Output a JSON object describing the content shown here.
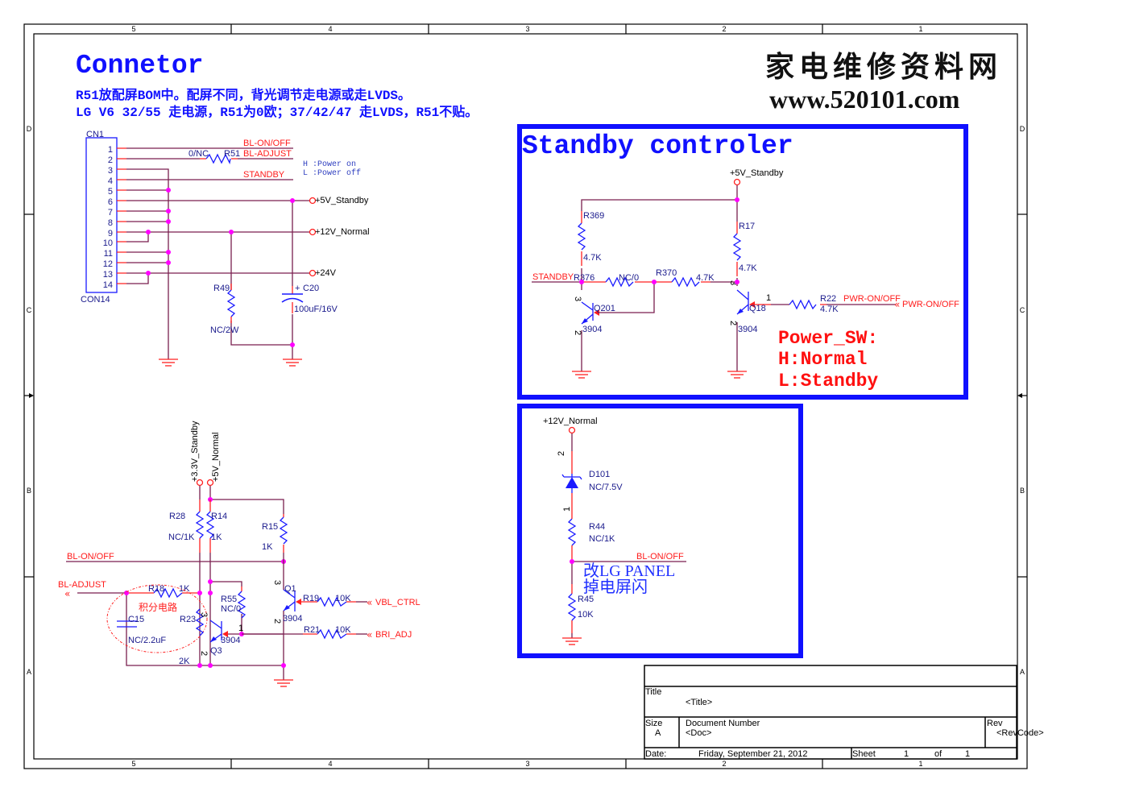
{
  "frame": {
    "zones_top": [
      "5",
      "4",
      "3",
      "2",
      "1"
    ],
    "zones_bottom": [
      "5",
      "4",
      "3",
      "2",
      "1"
    ],
    "zones_left": [
      "D",
      "C",
      "B",
      "A"
    ],
    "zones_right": [
      "D",
      "C",
      "B",
      "A"
    ]
  },
  "watermark": {
    "line1": "家电维修资料网",
    "line2": "www.520101.com"
  },
  "connector_section": {
    "title": "Connetor",
    "note_line1": "R51放配屏BOM中。配屏不同，背光调节走电源或走LVDS。",
    "note_line2": "LG V6 32/55 走电源，R51为0欧；37/42/47 走LVDS，R51不贴。",
    "connector_ref": "CN1",
    "connector_type": "CON14",
    "pins": [
      "1",
      "2",
      "3",
      "4",
      "5",
      "6",
      "7",
      "8",
      "9",
      "10",
      "11",
      "12",
      "13",
      "14"
    ],
    "nets": {
      "bl_on_off": "BL-ON/OFF",
      "bl_adjust": "BL-ADJUST",
      "standby": "STANDBY",
      "p5v_standby": "+5V_Standby",
      "p12v_normal": "+12V_Normal",
      "p24v": "+24V"
    },
    "standby_note_h": "H :Power on",
    "standby_note_l": "L :Power off",
    "r51": {
      "ref": "R51",
      "value": "0/NC"
    },
    "r49": {
      "ref": "R49",
      "value": "NC/2W"
    },
    "c20": {
      "ref": "C20",
      "value": "100uF/16V",
      "polarity": "+"
    }
  },
  "standby_section": {
    "title": "Standby controler",
    "supply": "+5V_Standby",
    "r369": {
      "ref": "R369",
      "value": "4.7K"
    },
    "r17": {
      "ref": "R17",
      "value": "4.7K"
    },
    "r376": {
      "ref": "R376",
      "value": "NC/0"
    },
    "r370": {
      "ref": "R370",
      "value": "4.7K"
    },
    "r22": {
      "ref": "R22",
      "value": "4.7K"
    },
    "q201": {
      "ref": "Q201",
      "value": "3904",
      "pin_c": "3",
      "pin_e": "2"
    },
    "q18": {
      "ref": "Q18",
      "value": "3904",
      "pin_c": "3",
      "pin_e": "2",
      "pin_b": "1"
    },
    "net_standby": "STANDBY",
    "net_pwr": "PWR-ON/OFF",
    "port_pwr": "PWR-ON/OFF",
    "power_sw_line1": "Power_SW:",
    "power_sw_line2": "H:Normal",
    "power_sw_line3": "L:Standby"
  },
  "lg_section": {
    "supply": "+12V_Normal",
    "d101": {
      "ref": "D101",
      "value": "NC/7.5V",
      "pin_a": "2",
      "pin_k": "1"
    },
    "r44": {
      "ref": "R44",
      "value": "NC/1K"
    },
    "r45": {
      "ref": "R45",
      "value": "10K"
    },
    "net": "BL-ON/OFF",
    "note_line1": "改LG PANEL",
    "note_line2": "掉电屏闪"
  },
  "backlight_section": {
    "supply_33": "+3.3V_Standby",
    "supply_5": "+5V_Normal",
    "r28": {
      "ref": "R28",
      "value": "NC/1K"
    },
    "r14": {
      "ref": "R14",
      "value": "1K"
    },
    "r15": {
      "ref": "R15",
      "value": "1K"
    },
    "r18": {
      "ref": "R18",
      "value": "1K"
    },
    "r23": {
      "ref": "R23",
      "value": "2K"
    },
    "r55": {
      "ref": "R55",
      "value": "NC/0"
    },
    "r19": {
      "ref": "R19",
      "value": "10K"
    },
    "r21": {
      "ref": "R21",
      "value": "10K"
    },
    "c15": {
      "ref": "C15",
      "value": "NC/2.2uF"
    },
    "q1": {
      "ref": "Q1",
      "value": "3904",
      "pin_c": "3",
      "pin_e": "2"
    },
    "q3": {
      "ref": "Q3",
      "value": "3904",
      "pin_c": "3",
      "pin_e": "2",
      "pin_b": "1"
    },
    "net_bl_on_off": "BL-ON/OFF",
    "port_bl_adjust": "BL-ADJUST",
    "port_vbl_ctrl": "VBL_CTRL",
    "port_bri_adj": "BRI_ADJ",
    "integrator_label": "积分电路"
  },
  "title_block": {
    "title_label": "Title",
    "title_value": "<Title>",
    "size_label": "Size",
    "size_value": "A",
    "docnum_label": "Document Number",
    "docnum_value": "<Doc>",
    "rev_label": "Rev",
    "rev_value": "<RevCode>",
    "date_label": "Date:",
    "date_value": "Friday, September 21, 2012",
    "sheet_label": "Sheet",
    "sheet_num": "1",
    "of_label": "of",
    "sheet_total": "1"
  }
}
